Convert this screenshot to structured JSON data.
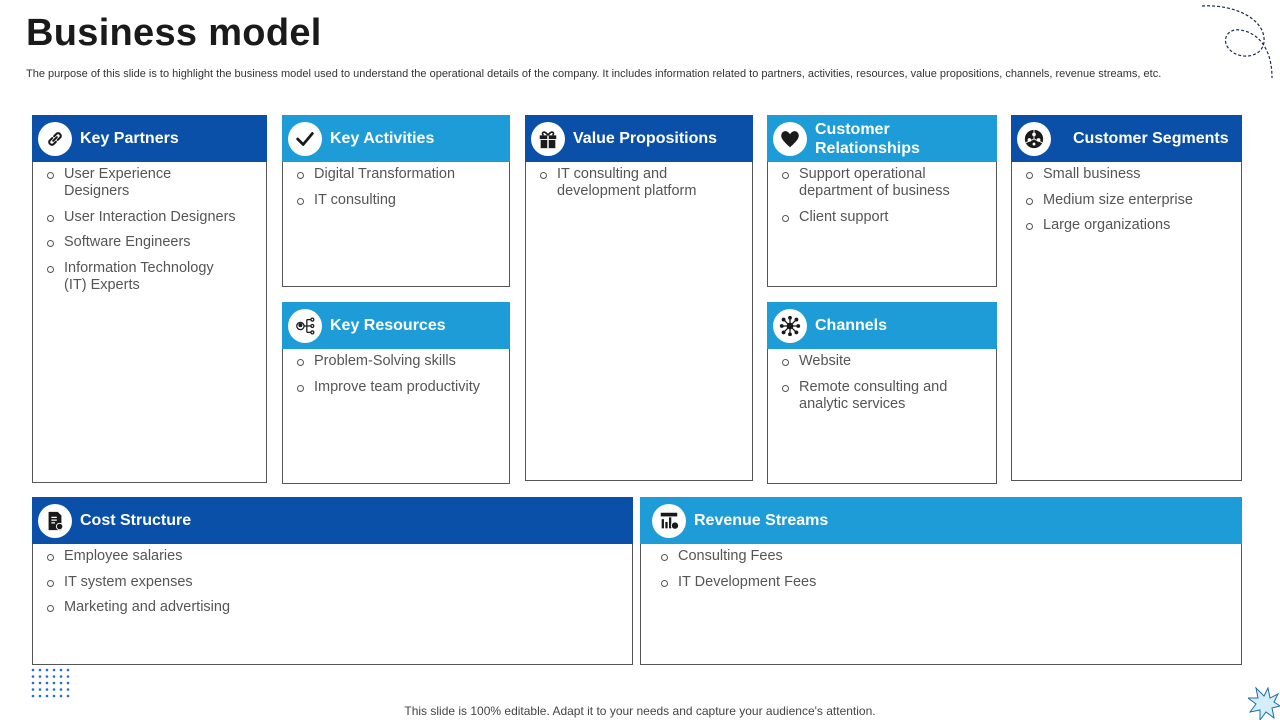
{
  "slide": {
    "title": "Business model",
    "subtitle": "The purpose of this slide is to highlight the business model used to understand the operational details of the company. It includes information related to partners, activities, resources, value propositions, channels, revenue streams, etc.",
    "footer": "This slide is 100% editable. Adapt it to your needs and capture your audience's attention."
  },
  "colors": {
    "dark_blue": "#0a4fa8",
    "light_blue": "#1e9cd7",
    "border": "#555555"
  },
  "key_partners": {
    "title": "Key Partners",
    "icon": "link-icon",
    "items": [
      "User Experience Designers",
      "User Interaction Designers",
      "Software Engineers",
      "Information Technology (IT) Experts"
    ]
  },
  "key_activities": {
    "title": "Key Activities",
    "icon": "checkmark-icon",
    "items": [
      "Digital Transformation",
      "IT consulting"
    ]
  },
  "key_resources": {
    "title": "Key Resources",
    "icon": "resources-icon",
    "items": [
      "Problem-Solving skills",
      "Improve team productivity"
    ]
  },
  "value_propositions": {
    "title": "Value Propositions",
    "icon": "gift-icon",
    "items": [
      "IT consulting and development platform"
    ]
  },
  "customer_relationships": {
    "title": "Customer Relationships",
    "icon": "heart-icon",
    "items": [
      "Support operational department of business",
      "Client support"
    ]
  },
  "channels": {
    "title": "Channels",
    "icon": "network-icon",
    "items": [
      "Website",
      "Remote consulting and analytic services"
    ]
  },
  "customer_segments": {
    "title": "Customer Segments",
    "icon": "segments-icon",
    "items": [
      "Small business",
      "Medium size enterprise",
      "Large organizations"
    ]
  },
  "cost_structure": {
    "title": "Cost Structure",
    "icon": "invoice-icon",
    "items": [
      "Employee salaries",
      "IT system expenses",
      "Marketing and advertising"
    ]
  },
  "revenue_streams": {
    "title": "Revenue Streams",
    "icon": "revenue-chart-icon",
    "items": [
      "Consulting Fees",
      "IT Development Fees"
    ]
  }
}
